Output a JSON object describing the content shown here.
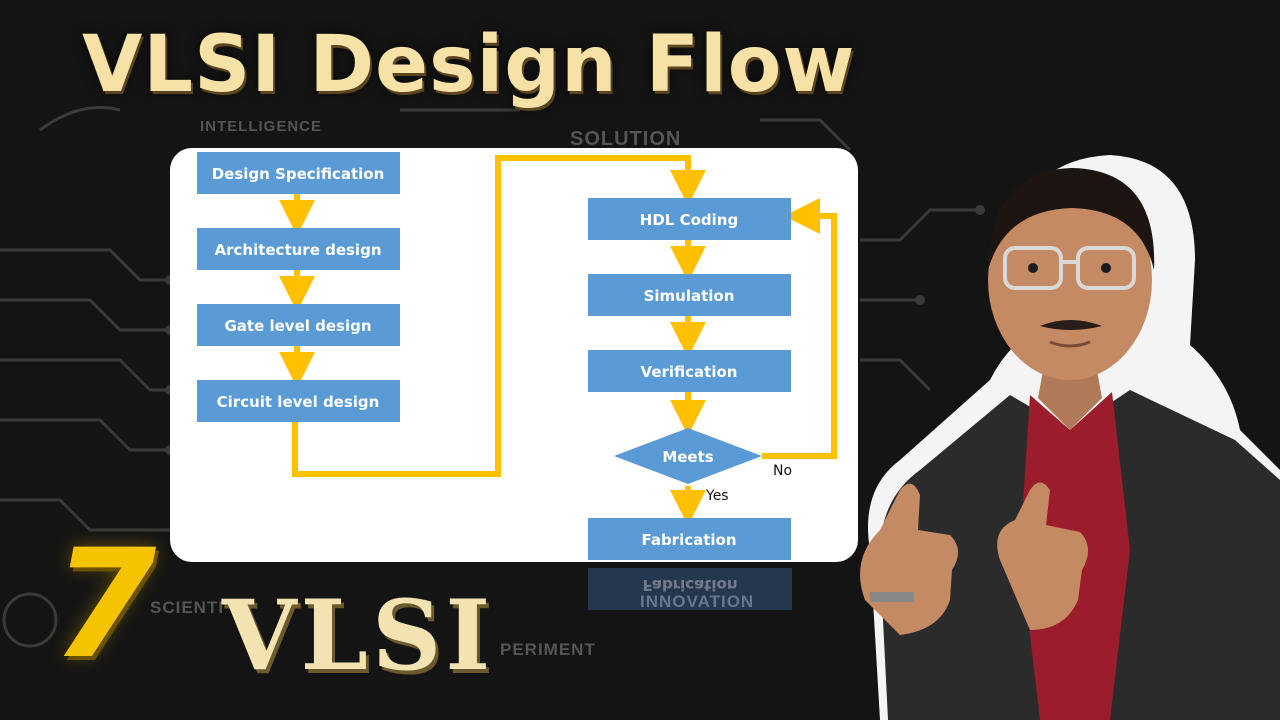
{
  "title": "VLSI Design Flow",
  "background_words": [
    "INTELLIGENCE",
    "SOLUTION",
    "INNOVATION",
    "SCIENTI",
    "PERIMENT"
  ],
  "diagram": {
    "left_column": [
      "Design Specification",
      "Architecture design",
      "Gate level design",
      "Circuit level design"
    ],
    "right_column": [
      "HDL Coding",
      "Simulation",
      "Verification"
    ],
    "decision": "Meets",
    "decision_no": "No",
    "decision_yes": "Yes",
    "final_step": "Fabrication",
    "reflection_text": "Fabrication",
    "colors": {
      "box_fill": "#5b9bd5",
      "arrow": "#ffc000",
      "label_text": "#ffffff"
    }
  },
  "episode_number": "7",
  "series_label": "VLSI",
  "colors": {
    "title": "#f6e1a6",
    "episode": "#f5c400",
    "series": "#f3e3b3"
  }
}
